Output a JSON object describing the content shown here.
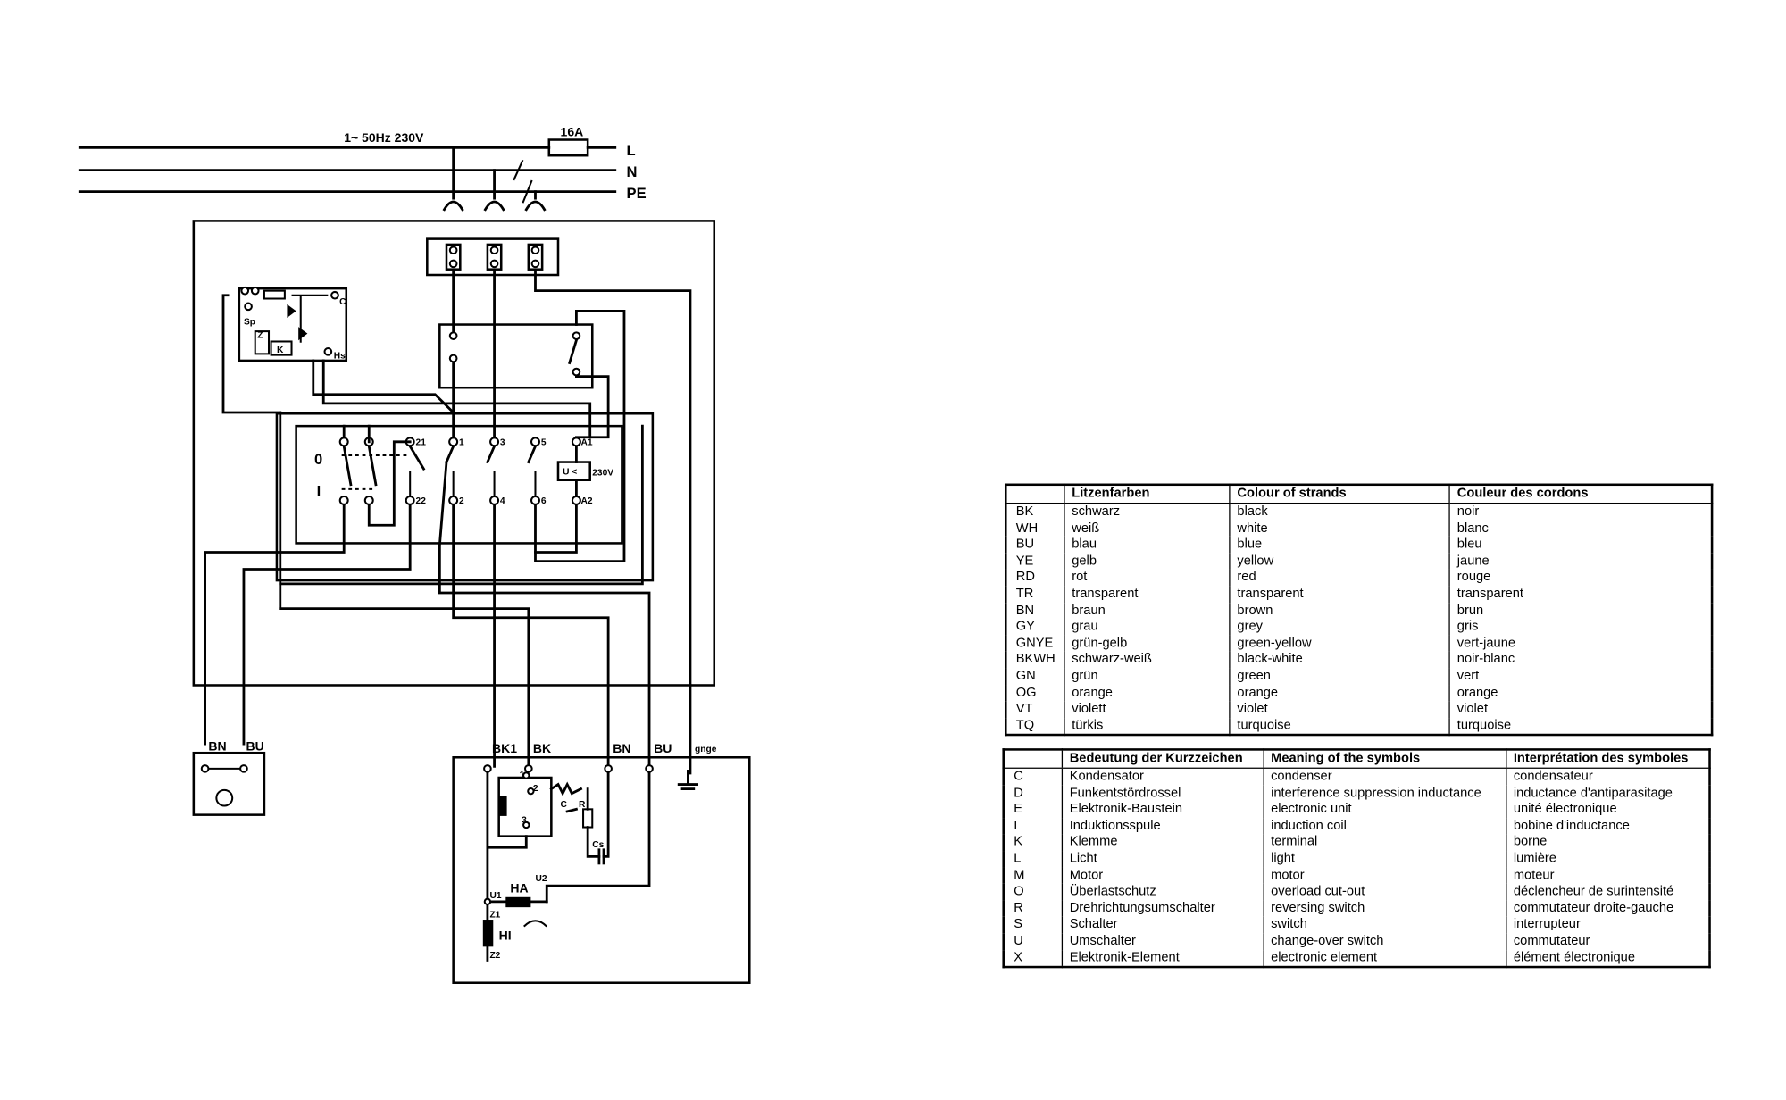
{
  "supply": {
    "rating": "1~ 50Hz 230V",
    "fuse": "16A",
    "line_L": "L",
    "line_N": "N",
    "line_PE": "PE"
  },
  "switch": {
    "off": "0",
    "on": "I",
    "contacts": [
      "21",
      "22",
      "1",
      "2",
      "3",
      "4",
      "5",
      "6"
    ],
    "coil_terminals": [
      "A1",
      "A2"
    ],
    "undervoltage": "U <",
    "undervoltage_rating": "230V"
  },
  "module": {
    "labels": [
      "C",
      "Sp",
      "Z",
      "K",
      "Hs"
    ]
  },
  "light": {
    "wires": [
      "BN",
      "BU"
    ]
  },
  "motor": {
    "wires": [
      "BK1",
      "BK",
      "BN",
      "BU",
      "gnge"
    ],
    "terminals": [
      "1",
      "2",
      "3"
    ],
    "parts": [
      "C",
      "R",
      "Cs"
    ],
    "winding_main": "HA",
    "winding_aux": "HI",
    "terminal_labels": [
      "U1",
      "U2",
      "Z1",
      "Z2"
    ]
  },
  "colour_table": {
    "headers": [
      "",
      "Litzenfarben",
      "Colour of strands",
      "Couleur des cordons"
    ],
    "rows": [
      [
        "BK",
        "schwarz",
        "black",
        "noir"
      ],
      [
        "WH",
        "weiß",
        "white",
        "blanc"
      ],
      [
        "BU",
        "blau",
        "blue",
        "bleu"
      ],
      [
        "YE",
        "gelb",
        "yellow",
        "jaune"
      ],
      [
        "RD",
        "rot",
        "red",
        "rouge"
      ],
      [
        "TR",
        "transparent",
        "transparent",
        "transparent"
      ],
      [
        "BN",
        "braun",
        "brown",
        "brun"
      ],
      [
        "GY",
        "grau",
        "grey",
        "gris"
      ],
      [
        "GNYE",
        "grün-gelb",
        "green-yellow",
        "vert-jaune"
      ],
      [
        "BKWH",
        "schwarz-weiß",
        "black-white",
        "noir-blanc"
      ],
      [
        "GN",
        "grün",
        "green",
        "vert"
      ],
      [
        "OG",
        "orange",
        "orange",
        "orange"
      ],
      [
        "VT",
        "violett",
        "violet",
        "violet"
      ],
      [
        "TQ",
        "türkis",
        "turquoise",
        "turquoise"
      ]
    ]
  },
  "symbol_table": {
    "headers": [
      "",
      "Bedeutung der Kurzzeichen",
      "Meaning of the symbols",
      "Interprétation des symboles"
    ],
    "rows": [
      [
        "C",
        "Kondensator",
        "condenser",
        "condensateur"
      ],
      [
        "D",
        "Funkentstördrossel",
        "interference suppression inductance",
        "inductance d'antiparasitage"
      ],
      [
        "E",
        "Elektronik-Baustein",
        "electronic unit",
        "unité électronique"
      ],
      [
        "I",
        "Induktionsspule",
        "induction coil",
        "bobine d'inductance"
      ],
      [
        "K",
        "Klemme",
        "terminal",
        "borne"
      ],
      [
        "L",
        "Licht",
        "light",
        "lumière"
      ],
      [
        "M",
        "Motor",
        "motor",
        "moteur"
      ],
      [
        "O",
        "Überlastschutz",
        "overload cut-out",
        "déclencheur de surintensité"
      ],
      [
        "R",
        "Drehrichtungsumschalter",
        "reversing switch",
        "commutateur droite-gauche"
      ],
      [
        "S",
        "Schalter",
        "switch",
        "interrupteur"
      ],
      [
        "U",
        "Umschalter",
        "change-over switch",
        "commutateur"
      ],
      [
        "X",
        "Elektronik-Element",
        "electronic element",
        "élément électronique"
      ]
    ]
  }
}
